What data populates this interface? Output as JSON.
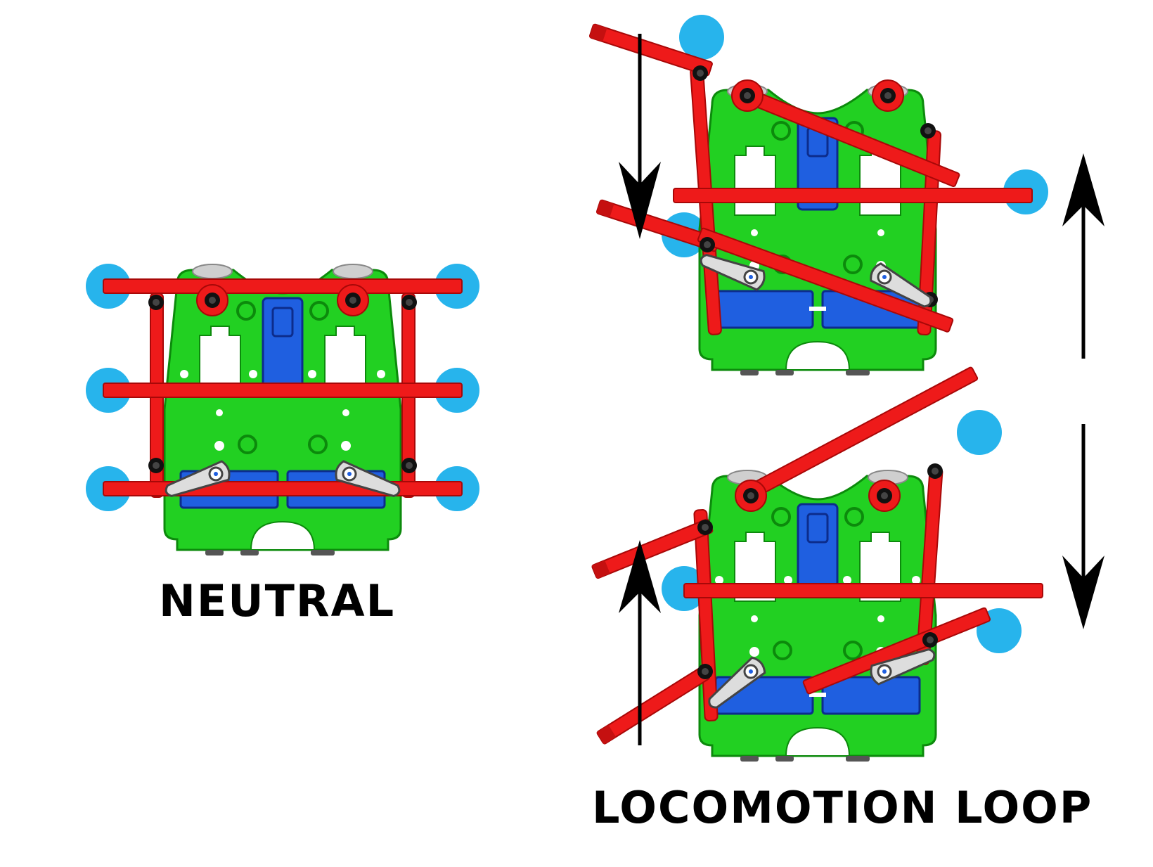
{
  "labels": {
    "neutral": "NEUTRAL",
    "loop": "LOCOMOTION LOOP"
  },
  "colors": {
    "body": "#22d022",
    "body_stroke": "#0c8a0c",
    "leg": "#ee1a1a",
    "leg_stroke": "#a80808",
    "servo": "#1f5fe0",
    "servo_stroke": "#0c2c8c",
    "foot": "#27b4ec",
    "bolt": "#111111",
    "horn": "#dddddd",
    "arrow": "#000000"
  },
  "diagram": {
    "robots": [
      {
        "name": "robot-neutral",
        "state": "neutral",
        "arrows": [],
        "legs": [
          {
            "side": "left",
            "row": "front",
            "angle": 0
          },
          {
            "side": "left",
            "row": "middle",
            "angle": 0
          },
          {
            "side": "left",
            "row": "back",
            "angle": 0
          },
          {
            "side": "right",
            "row": "front",
            "angle": 0
          },
          {
            "side": "right",
            "row": "middle",
            "angle": 0
          },
          {
            "side": "right",
            "row": "back",
            "angle": 0
          }
        ]
      },
      {
        "name": "robot-loop-step-1",
        "state": "step-1",
        "arrows": [
          "left-down",
          "right-up"
        ],
        "legs": [
          {
            "side": "left",
            "row": "front",
            "angle": 20
          },
          {
            "side": "left",
            "row": "back",
            "angle": 20
          },
          {
            "side": "right",
            "row": "front",
            "angle": 20
          },
          {
            "side": "right",
            "row": "back",
            "angle": 30
          },
          {
            "side": "middle",
            "row": "middle",
            "angle": 0
          }
        ]
      },
      {
        "name": "robot-loop-step-2",
        "state": "step-2",
        "arrows": [
          "left-up",
          "right-down"
        ],
        "legs": [
          {
            "side": "left",
            "row": "front",
            "angle": -22
          },
          {
            "side": "left",
            "row": "back",
            "angle": -28
          },
          {
            "side": "right",
            "row": "front",
            "angle": -30
          },
          {
            "side": "right",
            "row": "back",
            "angle": -22
          },
          {
            "side": "middle",
            "row": "middle",
            "angle": 0
          }
        ]
      }
    ]
  }
}
